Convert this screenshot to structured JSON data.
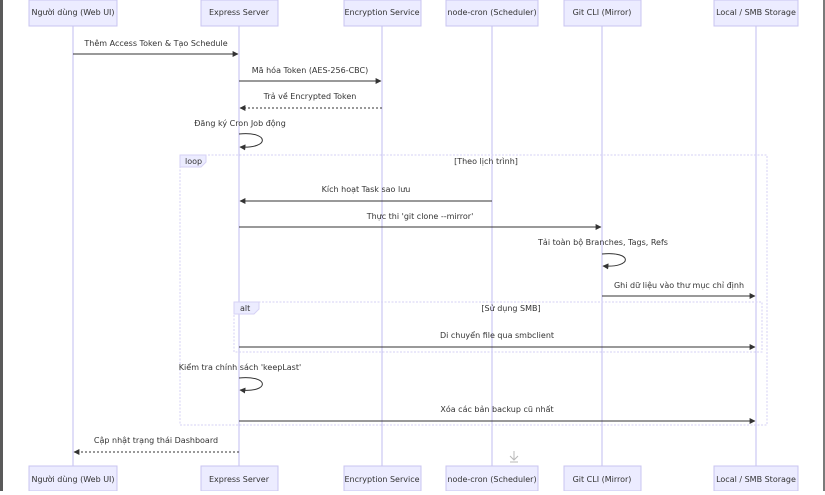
{
  "participants": [
    "Người dùng (Web UI)",
    "Express Server",
    "Encryption Service",
    "node-cron (Scheduler)",
    "Git CLI (Mirror)",
    "Local / SMB Storage"
  ],
  "messages": [
    "Thêm Access Token & Tạo Schedule",
    "Mã hóa Token (AES-256-CBC)",
    "Trả về Encrypted Token",
    "Đăng ký Cron Job động",
    "Kích hoạt Task sao lưu",
    "Thực thi 'git clone --mirror'",
    "Tải toàn bộ Branches, Tags, Refs",
    "Ghi dữ liệu vào thư mục chỉ định",
    "Di chuyển file qua smbclient",
    "Kiểm tra chính sách 'keepLast'",
    "Xóa các bản backup cũ nhất",
    "Cập nhật trạng thái Dashboard"
  ],
  "frames": {
    "loop": {
      "keyword": "loop",
      "condition": "[Theo lịch trình]"
    },
    "alt": {
      "keyword": "alt",
      "condition": "[Sử dụng SMB]"
    }
  },
  "icons": {
    "scroll_hint": "arrow-down-to-line-icon"
  }
}
